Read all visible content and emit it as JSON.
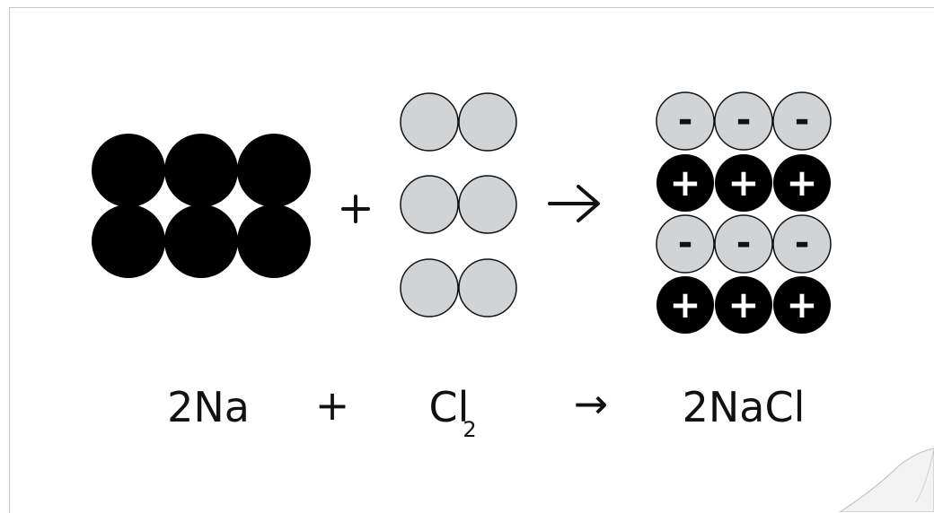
{
  "equation": {
    "reactant1": "2Na",
    "plus": "+",
    "reactant2_symbol": "Cl",
    "reactant2_subscript": "2",
    "arrow": "→",
    "product": "2NaCl"
  },
  "diagram": {
    "plus": "+",
    "arrow": "→",
    "positive_sign": "+",
    "negative_sign": "-"
  },
  "colors": {
    "sodium": "#000000",
    "chlorine": "#d1d3d4",
    "outline": "#111111"
  }
}
